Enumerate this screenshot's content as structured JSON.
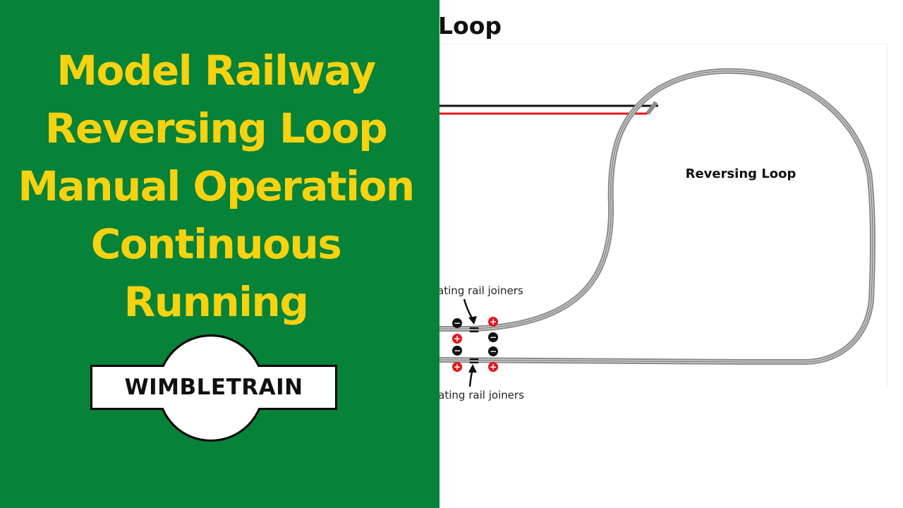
{
  "title_lines": [
    "Model Railway",
    "Reversing Loop",
    "Manual Operation",
    "Continuous",
    "Running"
  ],
  "logo": {
    "text": "WIMBLETRAIN"
  },
  "diagram": {
    "heading": "Loop",
    "loop_label": "Reversing Loop",
    "joiner_label_top": "ating rail joiners",
    "joiner_label_bottom": "lating rail joiners",
    "minus_sign": "−",
    "plus_sign": "+",
    "equals_sign": "=",
    "colors": {
      "track": "#8c8c8c",
      "wire_black": "#111111",
      "wire_red": "#e0191d",
      "positive": "#e0191d",
      "negative": "#111111",
      "title_panel": "#068239",
      "title_text": "#f6d210"
    }
  }
}
